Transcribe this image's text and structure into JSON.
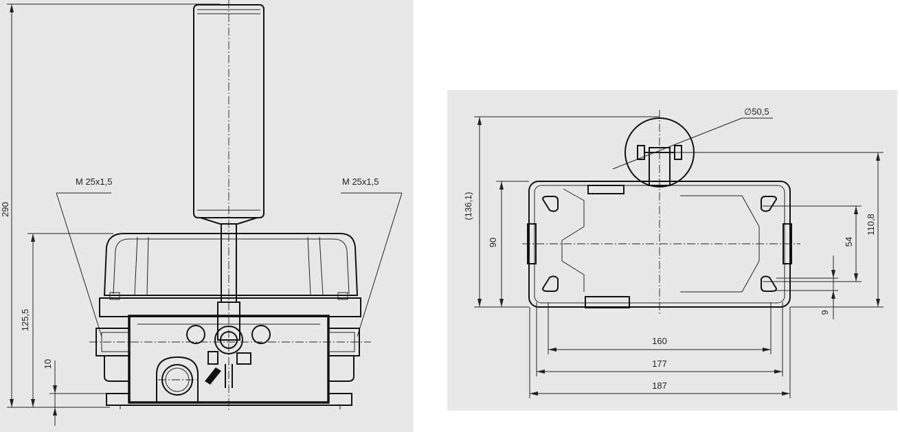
{
  "side_view": {
    "thread_label_left": "M 25x1,5",
    "thread_label_right": "M 25x1,5",
    "dim_total_height": "290",
    "dim_housing_height": "125,5",
    "dim_base": "10"
  },
  "top_view": {
    "dim_diameter": "∅50,5",
    "dim_overall_height": "(136,1)",
    "dim_body_height": "90",
    "dim_hole_spacing_v": "54",
    "dim_to_axis": "110,8",
    "dim_9": "9",
    "dim_160": "160",
    "dim_177": "177",
    "dim_187": "187"
  },
  "colors": {
    "panel_bg": "#e8e8e8",
    "line": "#222222",
    "page_bg": "#ffffff"
  }
}
